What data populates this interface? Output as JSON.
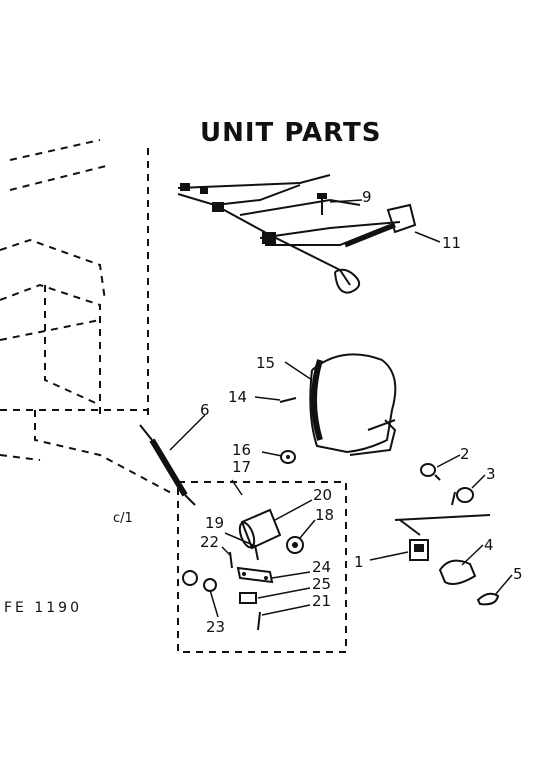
{
  "title": "UNIT PARTS",
  "side_label": "c/1",
  "corner_mark": "FE 1190",
  "callouts": [
    "1",
    "2",
    "3",
    "4",
    "5",
    "6",
    "9",
    "11",
    "14",
    "15",
    "16",
    "17",
    "18",
    "19",
    "20",
    "21",
    "22",
    "23",
    "24",
    "25"
  ]
}
